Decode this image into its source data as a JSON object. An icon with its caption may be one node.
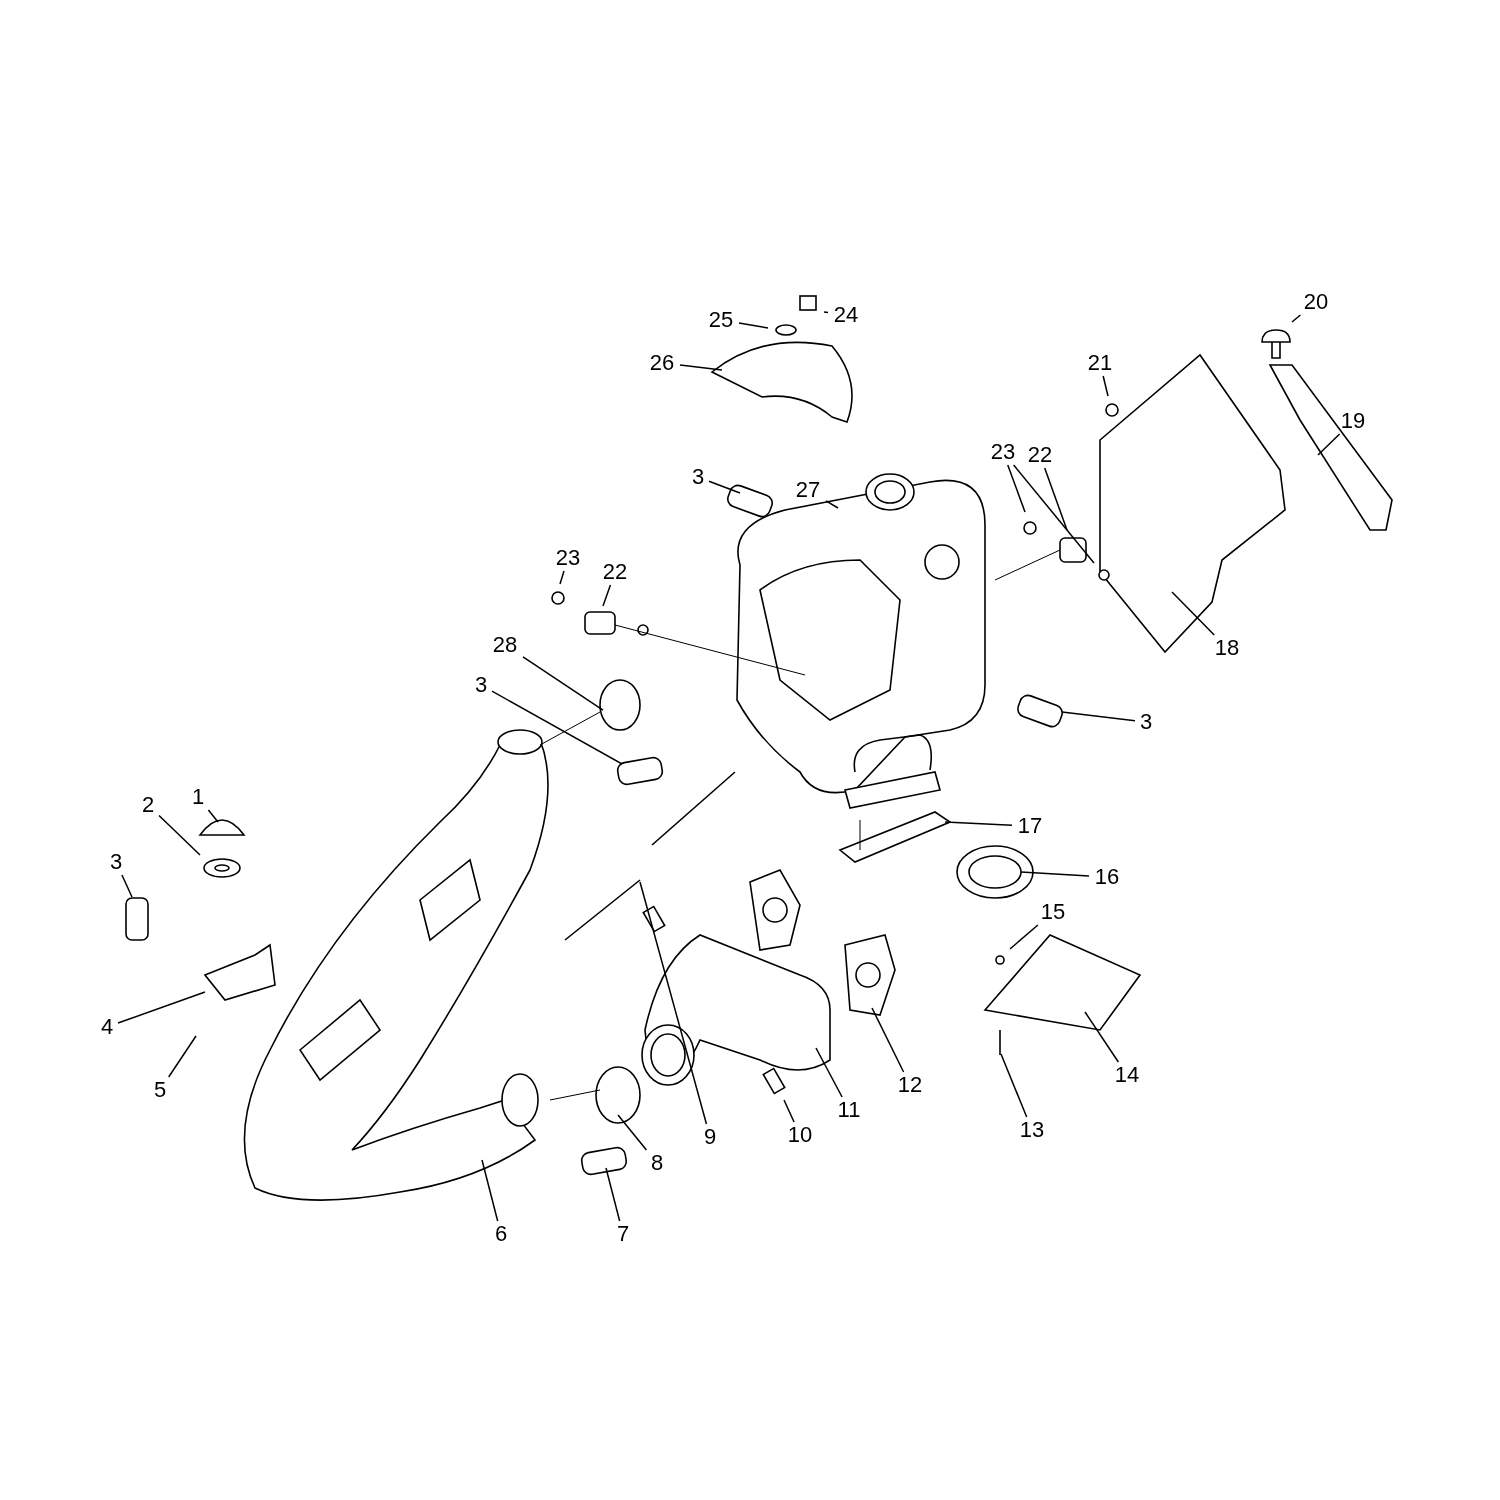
{
  "diagram": {
    "nodes": [
      {
        "text": [
          "1"
        ]
      },
      {
        "text": [
          "2"
        ]
      },
      {
        "text": [
          "3"
        ]
      },
      {
        "text": [
          "4"
        ]
      },
      {
        "text": [
          "5"
        ]
      },
      {
        "text": [
          "6"
        ]
      },
      {
        "text": [
          "7"
        ]
      },
      {
        "text": [
          "8"
        ]
      },
      {
        "text": [
          "9"
        ]
      },
      {
        "text": [
          "10"
        ]
      },
      {
        "text": [
          "11"
        ]
      },
      {
        "text": [
          "12"
        ]
      },
      {
        "text": [
          "13"
        ]
      },
      {
        "text": [
          "14"
        ]
      },
      {
        "text": [
          "15"
        ]
      },
      {
        "text": [
          "16"
        ]
      },
      {
        "text": [
          "17"
        ]
      },
      {
        "text": [
          "18"
        ]
      },
      {
        "text": [
          "19"
        ]
      },
      {
        "text": [
          "20"
        ]
      },
      {
        "text": [
          "21"
        ]
      },
      {
        "text": [
          "22"
        ]
      },
      {
        "text": [
          "23"
        ]
      },
      {
        "text": [
          "24"
        ]
      },
      {
        "text": [
          "25"
        ]
      },
      {
        "text": [
          "26"
        ]
      },
      {
        "text": [
          "27"
        ]
      },
      {
        "text": [
          "3"
        ]
      },
      {
        "text": [
          "23"
        ]
      },
      {
        "text": [
          "22"
        ]
      },
      {
        "text": [
          "28"
        ]
      },
      {
        "text": [
          "3"
        ]
      },
      {
        "text": [
          "3"
        ]
      }
    ],
    "edges": [
      {
        "from": 0,
        "to": null,
        "arrow": "none"
      },
      {
        "from": 1,
        "to": null,
        "arrow": "none"
      },
      {
        "from": 2,
        "to": null,
        "arrow": "none"
      },
      {
        "from": 3,
        "to": null,
        "arrow": "none"
      },
      {
        "from": 4,
        "to": null,
        "arrow": "none"
      },
      {
        "from": 5,
        "to": null,
        "arrow": "none"
      },
      {
        "from": 6,
        "to": null,
        "arrow": "none"
      },
      {
        "from": 7,
        "to": null,
        "arrow": "none"
      },
      {
        "from": 8,
        "to": null,
        "arrow": "none"
      },
      {
        "from": 9,
        "to": null,
        "arrow": "none"
      },
      {
        "from": 10,
        "to": null,
        "arrow": "none"
      },
      {
        "from": 11,
        "to": null,
        "arrow": "none"
      },
      {
        "from": 12,
        "to": null,
        "arrow": "none"
      },
      {
        "from": 13,
        "to": null,
        "arrow": "none"
      },
      {
        "from": 14,
        "to": null,
        "arrow": "none"
      },
      {
        "from": 15,
        "to": null,
        "arrow": "none"
      },
      {
        "from": 16,
        "to": null,
        "arrow": "none"
      },
      {
        "from": 17,
        "to": null,
        "arrow": "none"
      },
      {
        "from": 18,
        "to": null,
        "arrow": "none"
      },
      {
        "from": 19,
        "to": null,
        "arrow": "none"
      },
      {
        "from": 20,
        "to": null,
        "arrow": "none"
      },
      {
        "from": 21,
        "to": null,
        "arrow": "none"
      },
      {
        "from": 22,
        "to": null,
        "arrow": "none"
      },
      {
        "from": 22,
        "to": null,
        "arrow": "none"
      },
      {
        "from": 23,
        "to": null,
        "arrow": "none"
      },
      {
        "from": 24,
        "to": null,
        "arrow": "none"
      },
      {
        "from": 25,
        "to": null,
        "arrow": "none"
      },
      {
        "from": 26,
        "to": null,
        "arrow": "none"
      },
      {
        "from": 27,
        "to": null,
        "arrow": "none"
      },
      {
        "from": 28,
        "to": null,
        "arrow": "none"
      },
      {
        "from": 29,
        "to": null,
        "arrow": "none"
      },
      {
        "from": 30,
        "to": null,
        "arrow": "none"
      },
      {
        "from": 31,
        "to": null,
        "arrow": "none"
      },
      {
        "from": 32,
        "to": null,
        "arrow": "none"
      }
    ]
  }
}
